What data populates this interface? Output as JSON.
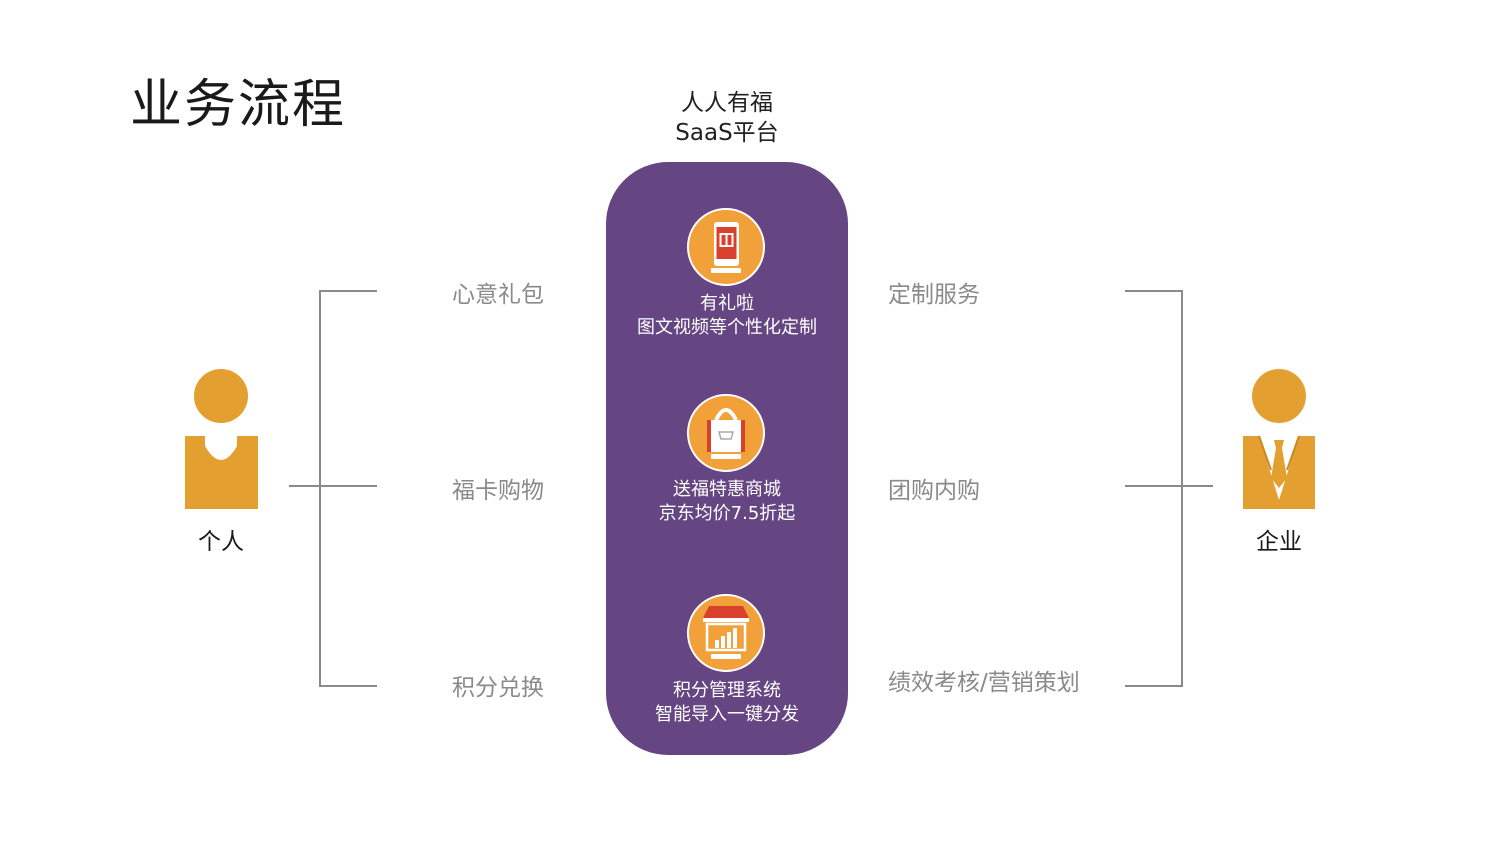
{
  "title": "业务流程",
  "platform": {
    "name_line1": "人人有福",
    "name_line2": "SaaS平台"
  },
  "features": [
    {
      "icon": "gift-box-phone-icon",
      "line1": "有礼啦",
      "line2": "图文视频等个性化定制"
    },
    {
      "icon": "shopping-bag-icon",
      "line1": "送福特惠商城",
      "line2": "京东均价7.5折起"
    },
    {
      "icon": "storefront-icon",
      "line1": "积分管理系统",
      "line2": "智能导入一键分发"
    }
  ],
  "individual": {
    "label": "个人",
    "items": [
      "心意礼包",
      "福卡购物",
      "积分兑换"
    ]
  },
  "enterprise": {
    "label": "企业",
    "items": [
      "定制服务",
      "团购内购",
      "绩效考核/营销策划"
    ]
  },
  "colors": {
    "panel": "#654582",
    "accent": "#e3a030",
    "icon_bg": "#f2a03a",
    "line": "#8a8a8a"
  }
}
